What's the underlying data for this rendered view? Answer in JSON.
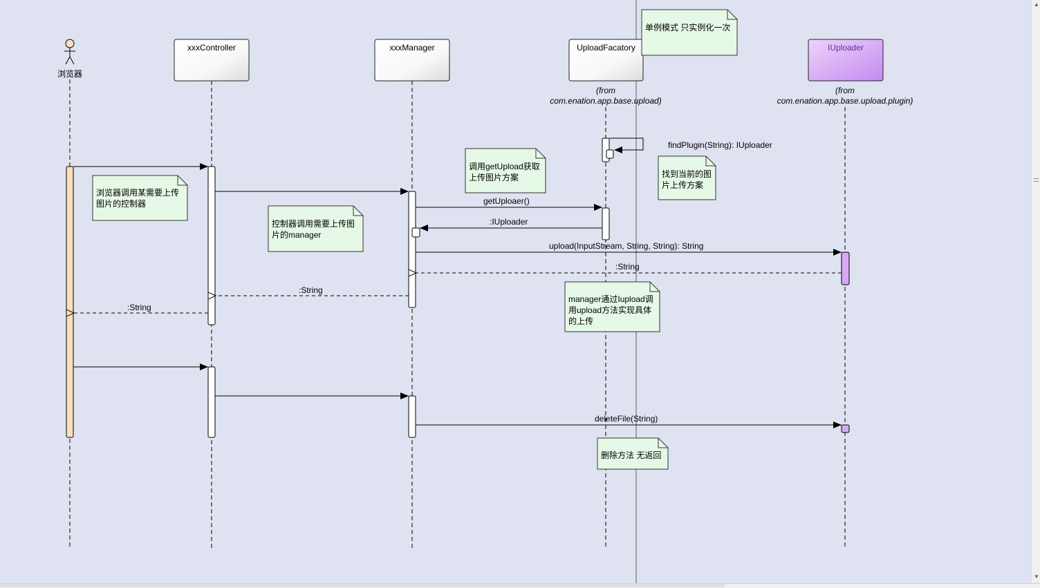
{
  "actor": {
    "name": "浏览器"
  },
  "lifelines": {
    "controller": {
      "name": "xxxController"
    },
    "manager": {
      "name": "xxxManager"
    },
    "factory": {
      "name": "UploadFacatory",
      "from_1": "(from",
      "from_2": "com.enation.app.base.upload)"
    },
    "uploader": {
      "name": "IUploader",
      "from_1": "(from",
      "from_2": "com.enation.app.base.upload.plugin)"
    }
  },
  "messages": {
    "find_plugin": "findPlugin(String): IUploader",
    "get_uploader": "getUploaer()",
    "ret_iuploader": ":IUploader",
    "upload": "upload(InputStream, String, String): String",
    "ret_string_upload": ":String",
    "ret_string_manager": ":String",
    "ret_string_controller": ":String",
    "delete_file": "deleteFile(String)"
  },
  "notes": {
    "singleton": "单例模式 只实例化一次",
    "browser_call": "浏览器调用某需要上传图片的控制器",
    "get_upload": "调用getUpload获取上传图片方案",
    "find_current": "找到当前的图片上传方案",
    "controller_call": "控制器调用需要上传图片的manager",
    "manager_upload": "manager通过Iupload调用upload方法实现具体的上传",
    "delete_note": "删除方法 无返回"
  },
  "colors": {
    "canvas": "#dfe3f1",
    "note_fill": "#e6f8e6",
    "actor_bar": "#fadebe",
    "uploader_fill": "#d9a8f5",
    "uploader_text": "#6a2c9a"
  }
}
